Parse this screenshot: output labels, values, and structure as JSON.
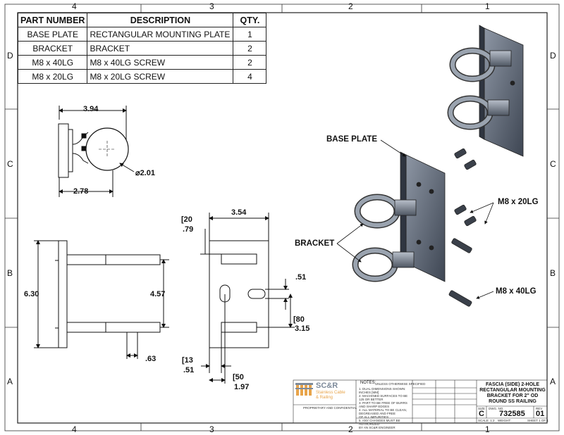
{
  "zones": {
    "top": [
      "4",
      "3",
      "2",
      "1"
    ],
    "bottom": [
      "4",
      "3",
      "2",
      "1"
    ],
    "left": [
      "D",
      "C",
      "B",
      "A"
    ],
    "right": [
      "D",
      "C",
      "B",
      "A"
    ]
  },
  "bom": {
    "headers": [
      "PART NUMBER",
      "DESCRIPTION",
      "QTY."
    ],
    "rows": [
      {
        "part": "BASE PLATE",
        "desc": "RECTANGULAR MOUNTING PLATE",
        "qty": "1"
      },
      {
        "part": "BRACKET",
        "desc": "BRACKET",
        "qty": "2"
      },
      {
        "part": "M8 x 40LG",
        "desc": "M8 x 40LG SCREW",
        "qty": "2"
      },
      {
        "part": "M8 x 20LG",
        "desc": "M8 x 20LG SCREW",
        "qty": "4"
      }
    ]
  },
  "dims": {
    "top_width": "3.94",
    "diameter": "2.01",
    "top_depth": "2.78",
    "side_height": "6.30",
    "side_hole_spacing": "4.57",
    "side_offset": ".63",
    "front_width": "3.54",
    "front_top_mm": "20",
    "front_top_in": ".79",
    "slot_width": ".51",
    "slot_80_mm": "80",
    "slot_80_in": "3.15",
    "bottom_13_mm": "13",
    "bottom_13_in": ".51",
    "bottom_50_mm": "50",
    "bottom_50_in": "1.97"
  },
  "callouts": {
    "base_plate": "BASE PLATE",
    "bracket": "BRACKET",
    "screw_20": "M8 x 20LG",
    "screw_40": "M8 x 40LG"
  },
  "title_block": {
    "logo_main": "SC&R",
    "logo_sub1": "Stainless Cable",
    "logo_sub2": "& Railing",
    "notes_title": "NOTES:",
    "notes_sub": "UNLESS OTHERWISE SPECIFIED",
    "notes_lines": [
      "1. DUAL DIMENSIONS SHOWN:",
      "INCHES [MM]",
      "2. MACHINED SURFACES TO BE",
      "125 OR BETTER",
      "3. PART TO BE FREE OF BURRS",
      "AND SHARP EDGES",
      "4. ALL MATERIAL TO BE CLEAN,",
      "DEGREASED AND FREE",
      "OF ALL IMPURITIES",
      "5. ANY CHANGES MUST BE AUTHORIZED",
      "BY AN SC&R ENGINEER"
    ],
    "prop_label": "PROPRIETARY AND CONFIDENTIAL",
    "title": "FASCIA (SIDE) 2-HOLE RECTANGULAR MOUNTING BRACKET FOR 2\" OD ROUND SS RAILING",
    "size": "C",
    "dwg_no": "732585",
    "rev": "01",
    "size_label": "SIZE",
    "dwg_label": "DWG. NO.",
    "rev_label": "REV",
    "scale_label": "SCALE: 1:2",
    "sheet_label": "SHEET 1 OF 1",
    "weight_label": "WEIGHT:"
  }
}
